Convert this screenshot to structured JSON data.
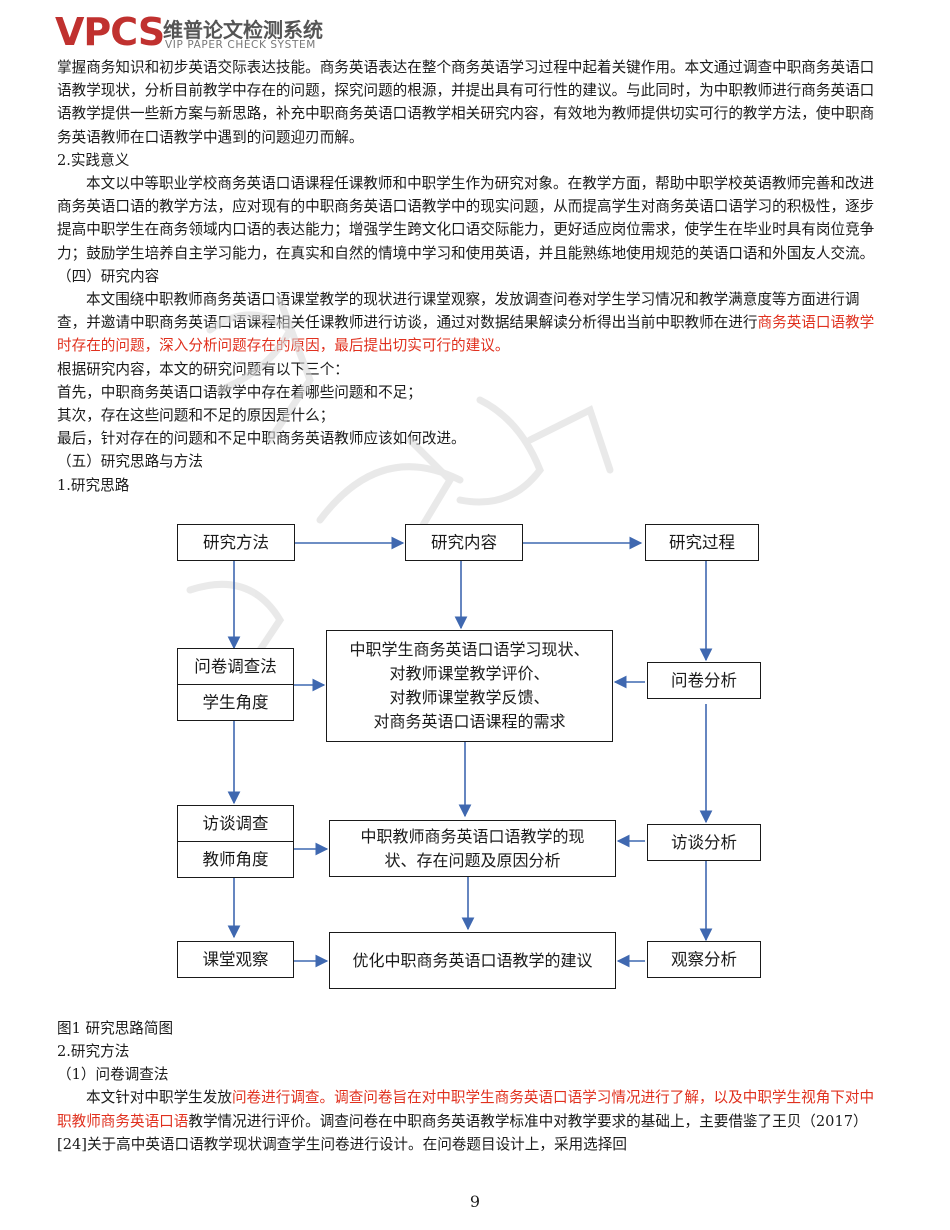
{
  "logo": {
    "brand": "VPCS",
    "name_cn": "维普论文检测系统",
    "name_en": "VIP PAPER CHECK SYSTEM"
  },
  "body": {
    "p1": "掌握商务知识和初步英语交际表达技能。商务英语表达在整个商务英语学习过程中起着关键作用。本文通过调查中职商务英语口语教学现状，分析目前教学中存在的问题，探究问题的根源，并提出具有可行性的建议。与此同时，为中职教师进行商务英语口语教学提供一些新方案与新思路，补充中职商务英语口语教学相关研究内容，有效地为教师提供切实可行的教学方法，使中职商务英语教师在口语教学中遇到的问题迎刃而解。",
    "h_practical": "2.实践意义",
    "p2": "本文以中等职业学校商务英语口语课程任课教师和中职学生作为研究对象。在教学方面，帮助中职学校英语教师完善和改进商务英语口语的教学方法，应对现有的中职商务英语口语教学中的现实问题，从而提高学生对商务英语口语学习的积极性，逐步提高中职学生在商务领域内口语的表达能力；增强学生跨文化口语交际能力，更好适应岗位需求，使学生在毕业时具有岗位竞争力；鼓励学生培养自主学习能力，在真实和自然的情境中学习和使用英语，并且能熟练地使用规范的英语口语和外国友人交流。",
    "h_content": "（四）研究内容",
    "p3a": "本文围绕中职教师商务英语口语课堂教学的现状进行课堂观察，发放调查问卷对学生学习情况和教学满意度等方面进行调查，并邀请中职商务英语口语课程相关任课教师进行访谈，通过对数据结果解读分析得出当前中职教师在进行",
    "p3b": "商务英语口语教学时存在的问题，深入分析问题存在的原因，最后提出切实可行的建议",
    "p3c": "。",
    "p4": "根据研究内容，本文的研究问题有以下三个：",
    "p5": "首先，中职商务英语口语教学中存在着哪些问题和不足；",
    "p6": "其次，存在这些问题和不足的原因是什么；",
    "p7": "最后，针对存在的问题和不足中职商务英语教师应该如何改进。",
    "h_ideas": "（五）研究思路与方法",
    "h_ideas1": "1.研究思路"
  },
  "flowchart": {
    "methods": "研究方法",
    "content": "研究内容",
    "process": "研究过程",
    "questionnaire": "问卷调查法",
    "student_view": "学生角度",
    "center1_lines": [
      "中职学生商务英语口语学习现状、",
      "对教师课堂教学评价、",
      "对教师课堂教学反馈、",
      "对商务英语口语课程的需求"
    ],
    "q_analysis": "问卷分析",
    "interview": "访谈调查",
    "teacher_view": "教师角度",
    "center2_lines": [
      "中职教师商务英语口语教学的现",
      "状、存在问题及原因分析"
    ],
    "i_analysis": "访谈分析",
    "observation": "课堂观察",
    "center3": "优化中职商务英语口语教学的建议",
    "o_analysis": "观察分析"
  },
  "caption": "图1 研究思路简图",
  "body2": {
    "h_methods": "2.研究方法",
    "h_q": "（1）问卷调查法",
    "p8a": "本文针对中职学生发放",
    "p8b": "问卷进行调查。调查问卷旨在对中职学生商务英语口语学习情况进行了解，以及中职学生视角下对中职教师商务英语口语",
    "p8c": "教学情况进行评价。调查问卷在中职商务英语教学标准中对教学要求的基础上，主要借鉴了王贝（2017）[24]关于高中英语口语教学现状调查学生问卷进行设计。在问卷题目设计上，采用选择回"
  },
  "page_number": "9",
  "colors": {
    "brand_red": "#c0312f",
    "highlight_red": "#e0301e",
    "arrow_blue": "#3f68b0"
  }
}
